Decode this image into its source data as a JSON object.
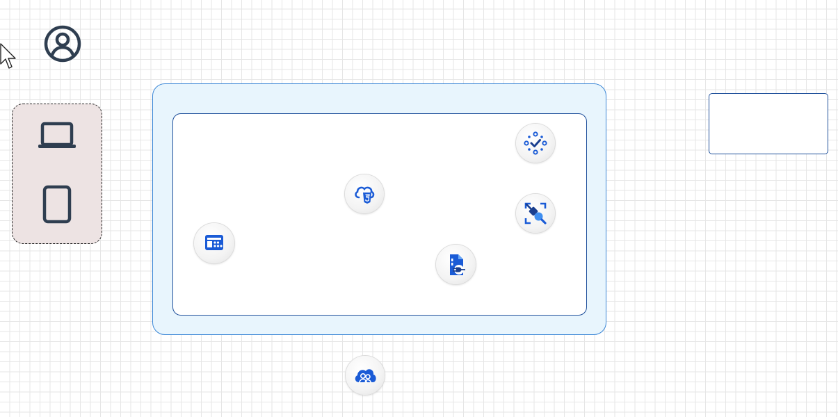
{
  "diagram": {
    "title": "",
    "colors": {
      "grid": "#e6e6e6",
      "outer_fill": "#e8f5fd",
      "outer_border": "#3a86d6",
      "inner_border": "#1d4e9a",
      "device_group_fill": "#ede3e3",
      "icon_dark": "#2f3e50",
      "icon_blue": "#1a5bd6"
    },
    "nodes": [
      {
        "icon": "pointer-cursor-icon"
      },
      {
        "icon": "user-icon"
      },
      {
        "icon": "laptop-icon"
      },
      {
        "icon": "tablet-icon"
      },
      {
        "icon": "web-portal-icon"
      },
      {
        "icon": "cloud-html5-icon"
      },
      {
        "icon": "policy-check-icon"
      },
      {
        "icon": "connection-search-icon"
      },
      {
        "icon": "document-plugin-icon"
      },
      {
        "icon": "cloud-users-icon"
      }
    ],
    "groups": [
      {
        "name": "device-group",
        "style": "dashed"
      },
      {
        "name": "outer-container",
        "style": "solid"
      },
      {
        "name": "inner-container",
        "style": "solid"
      },
      {
        "name": "empty-box",
        "style": "solid"
      }
    ],
    "empty_box_label": ""
  }
}
